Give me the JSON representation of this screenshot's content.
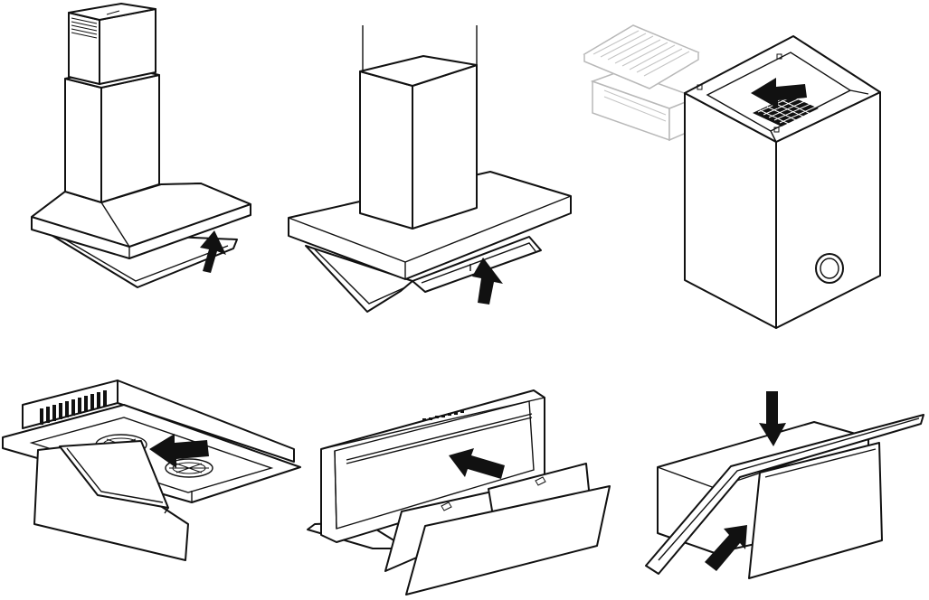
{
  "colors": {
    "line": "#111111",
    "ghost_line": "#b8b8b8",
    "arrow": "#111111",
    "background": "#ffffff"
  },
  "panels": [
    {
      "id": "chimney-hood-wall",
      "arrow": "up-arrow-icon"
    },
    {
      "id": "island-hood",
      "arrow": "up-arrow-icon"
    },
    {
      "id": "box-hood-with-charcoal-filter",
      "arrow": "left-arrow-icon"
    },
    {
      "id": "integrated-hood",
      "arrow": "left-arrow-icon"
    },
    {
      "id": "downdraft-hood",
      "arrow": "left-arrow-icon"
    },
    {
      "id": "inclined-hood",
      "arrow": "down-and-up-arrow-icons"
    }
  ]
}
